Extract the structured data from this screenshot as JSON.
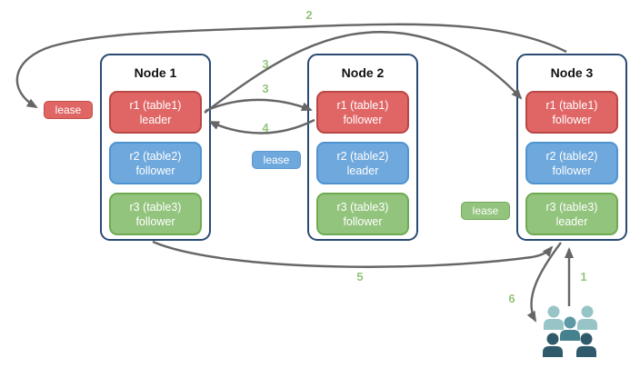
{
  "diagram": {
    "nodes": [
      {
        "title": "Node 1",
        "replicas": [
          {
            "name": "r1 (table1)",
            "role": "leader",
            "color": "red"
          },
          {
            "name": "r2 (table2)",
            "role": "follower",
            "color": "blue"
          },
          {
            "name": "r3 (table3)",
            "role": "follower",
            "color": "green"
          }
        ]
      },
      {
        "title": "Node 2",
        "replicas": [
          {
            "name": "r1 (table1)",
            "role": "follower",
            "color": "red"
          },
          {
            "name": "r2 (table2)",
            "role": "leader",
            "color": "blue"
          },
          {
            "name": "r3 (table3)",
            "role": "follower",
            "color": "green"
          }
        ]
      },
      {
        "title": "Node 3",
        "replicas": [
          {
            "name": "r1 (table1)",
            "role": "follower",
            "color": "red"
          },
          {
            "name": "r2 (table2)",
            "role": "follower",
            "color": "blue"
          },
          {
            "name": "r3 (table3)",
            "role": "leader",
            "color": "green"
          }
        ]
      }
    ],
    "leases": [
      {
        "label": "lease",
        "color": "red"
      },
      {
        "label": "lease",
        "color": "blue"
      },
      {
        "label": "lease",
        "color": "green"
      }
    ],
    "steps": {
      "s1": "1",
      "s2": "2",
      "s3a": "3",
      "s3b": "3",
      "s4": "4",
      "s5": "5",
      "s6": "6"
    },
    "icons": {
      "users_group": "users-group-icon"
    },
    "colors": {
      "replica_red": "#e06666",
      "replica_red_border": "#b94743",
      "replica_blue": "#6fa8dc",
      "replica_blue_border": "#4f94d0",
      "replica_green": "#93c47d",
      "replica_green_border": "#6faa52",
      "node_border": "#2a4a73",
      "arrow": "#666666",
      "step_label": "#93c47d",
      "users_light": "#97c4c6",
      "users_medium_head": "#5d9aa5",
      "users_medium_body": "#45818e",
      "users_dark": "#2e5a6b"
    }
  }
}
